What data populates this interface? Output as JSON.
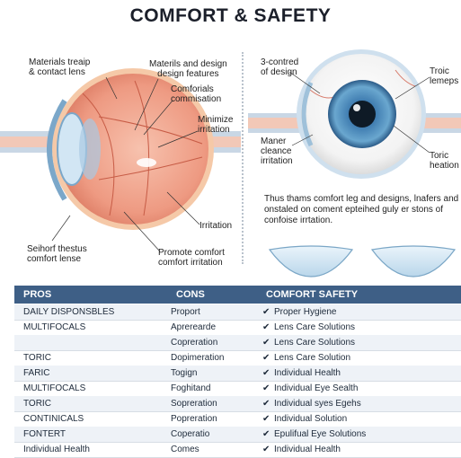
{
  "title": "COMFORT & SAFETY",
  "left_labels": {
    "materials_lens": "Materials treaip\n& contact lens",
    "materials_design": "Materils and design\ndesign features",
    "comforials": "Comforials\ncommisation",
    "minimize": "Minimize\nirritation",
    "irritation": "Irritation",
    "seihorf": "Seihorf thestus\ncomfort lense",
    "promote": "Promote comfort\ncomfort irritation"
  },
  "right_labels": {
    "contred": "3-contred\nof design",
    "troic": "Troic\nlemeps",
    "maner": "Maner\ncleance\nirritation",
    "toric_heation": "Toric\nheation",
    "paragraph": "Thus thams comfort leg and designs, lnafers and\nonstaled on coment epteihed guly er stons of\nconfoise irrtation."
  },
  "table": {
    "headers": [
      "PROS",
      "CONS",
      "COMFORT SAFETY"
    ],
    "rows": [
      [
        "DAILY DISPONSBLES",
        "Proport",
        "Proper Hygiene"
      ],
      [
        "MULTIFOCALS",
        "Aprerearde",
        "Lens Care Solutions"
      ],
      [
        "",
        "Copreration",
        "Lens Care Solutions"
      ],
      [
        "TORIC",
        "Dopimeration",
        "Lens Care Solution"
      ],
      [
        "FARIC",
        "Togign",
        "Individual Health"
      ],
      [
        "MULTIFOCALS",
        "Foghitand",
        "Individual Eye Sealth"
      ],
      [
        "TORIC",
        "Sopreration",
        "Individual syes Egehs"
      ],
      [
        "CONTINICALS",
        "Popreration",
        "Individual Solution"
      ],
      [
        "FONTERT",
        "Coperatio",
        "Epulifual Eye Solutions"
      ],
      [
        "Individual Health",
        "Comes",
        "Individual Health"
      ]
    ],
    "check_symbol": "✔"
  },
  "colors": {
    "header_bg": "#3e5f86",
    "eye_tissue": "#f0a48f",
    "iris": "#3f7fb0"
  }
}
